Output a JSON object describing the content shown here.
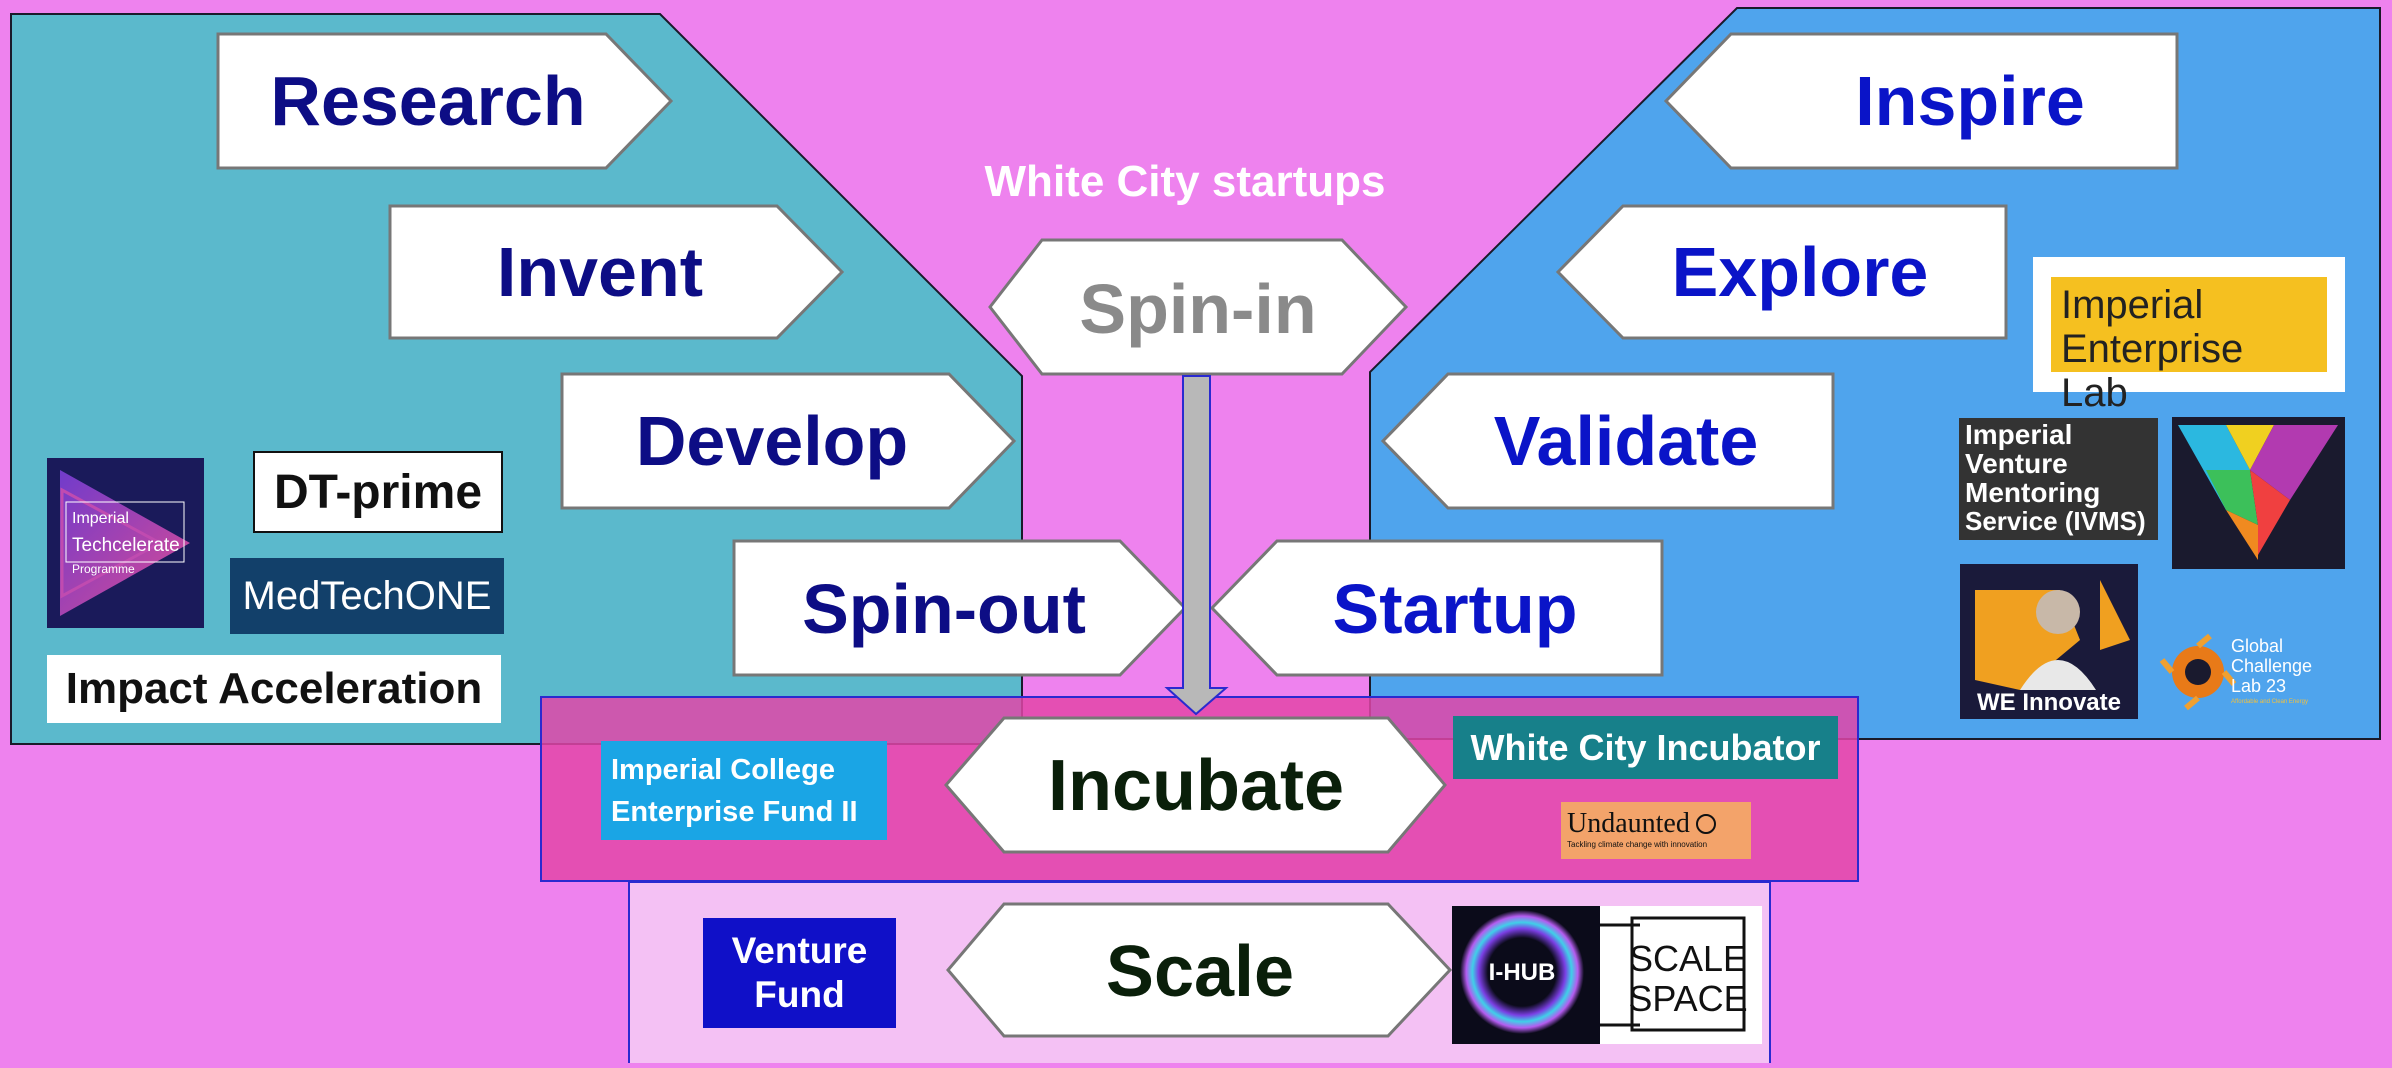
{
  "colors": {
    "background": "#ee82ee",
    "left_panel": "#5bb9cc",
    "right_panel": "#4fa4ed",
    "incubate_band": "#e246a8",
    "scale_band": "#f4c1f4",
    "research_text": "#0d0d85",
    "discover_text": "#0a14c8",
    "spinin_text": "#8a8a8a",
    "dark_text": "#0a1f0a",
    "title_text": "#ffffff"
  },
  "title": "White City startups",
  "research_stages": [
    {
      "label": "Research"
    },
    {
      "label": "Invent"
    },
    {
      "label": "Develop"
    },
    {
      "label": "Spin-out"
    }
  ],
  "discover_stages": [
    {
      "label": "Inspire"
    },
    {
      "label": "Explore"
    },
    {
      "label": "Validate"
    },
    {
      "label": "Startup"
    }
  ],
  "spin_in": {
    "label": "Spin-in"
  },
  "incubate": {
    "label": "Incubate"
  },
  "scale": {
    "label": "Scale"
  },
  "logos": {
    "techcelerate": {
      "line1": "Imperial",
      "line2": "Techcelerate",
      "line3": "Programme",
      "icon": "play-triangle-icon"
    },
    "dt_prime": "DT-prime",
    "medtechone": "MedTechONE",
    "impact_acceleration": "Impact Acceleration",
    "enterprise_lab": {
      "line1": "Imperial",
      "line2": "Enterprise Lab"
    },
    "ivms": {
      "lines": [
        "Imperial",
        "Venture",
        "Mentoring",
        "Service (IVMS)"
      ]
    },
    "v_logo": {
      "icon": "colorful-v-icon"
    },
    "we_innovate": {
      "label": "WE Innovate",
      "icon": "portrait-photo-icon"
    },
    "global_challenge": {
      "line1": "Global",
      "line2": "Challenge",
      "line3": "Lab 23",
      "tagline": "Affordable and Clean Energy",
      "icon": "sun-swirl-icon"
    },
    "enterprise_fund": {
      "line1": "Imperial College",
      "line2": "Enterprise Fund II"
    },
    "white_city_incubator": "White City Incubator",
    "undaunted": {
      "name": "Undaunted",
      "tagline": "Tackling climate change with innovation",
      "icon": "globe-icon"
    },
    "venture_fund": {
      "line1": "Venture",
      "line2": "Fund"
    },
    "i_hub": {
      "label": "I-HUB",
      "icon": "glowing-ring-icon"
    },
    "scale_space": {
      "line1": "SCALE",
      "line2": "SPACE"
    }
  }
}
